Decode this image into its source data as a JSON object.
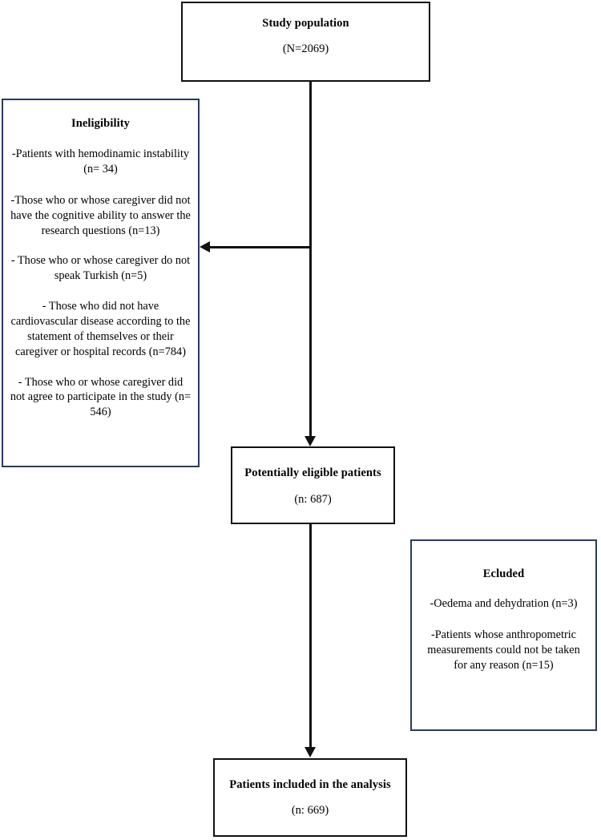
{
  "diagram": {
    "type": "flowchart",
    "orientation": "vertical",
    "colors": {
      "primary_border": "#111111",
      "secondary_border": "#2b3a5e",
      "background": "#ffffff",
      "text": "#000000"
    },
    "nodes": {
      "study_population": {
        "title": "Study population",
        "count": "(N=2069)",
        "border_color": "#111111"
      },
      "ineligibility": {
        "title": "Ineligibility",
        "border_color": "#2b3a5e",
        "reasons": [
          "-Patients with hemodinamic instability (n= 34)",
          "-Those who or whose caregiver did not have the cognitive ability to answer the research questions (n=13)",
          "- Those who or whose caregiver do not speak Turkish (n=5)",
          "- Those who did not have cardiovascular disease according to the statement of themselves or their caregiver or hospital records (n=784)",
          "- Those who or whose caregiver did not agree to participate in the study (n= 546)"
        ]
      },
      "potentially_eligible": {
        "title": "Potentially eligible patients",
        "count": "(n: 687)",
        "border_color": "#111111"
      },
      "excluded": {
        "title": "Ecluded",
        "border_color": "#2b3a5e",
        "reasons": [
          "-Oedema and dehydration (n=3)",
          "-Patients whose anthropometric measurements could not be taken for any reason (n=15)"
        ]
      },
      "included": {
        "title": "Patients included in the analysis",
        "count": "(n: 669)",
        "border_color": "#111111"
      }
    }
  }
}
